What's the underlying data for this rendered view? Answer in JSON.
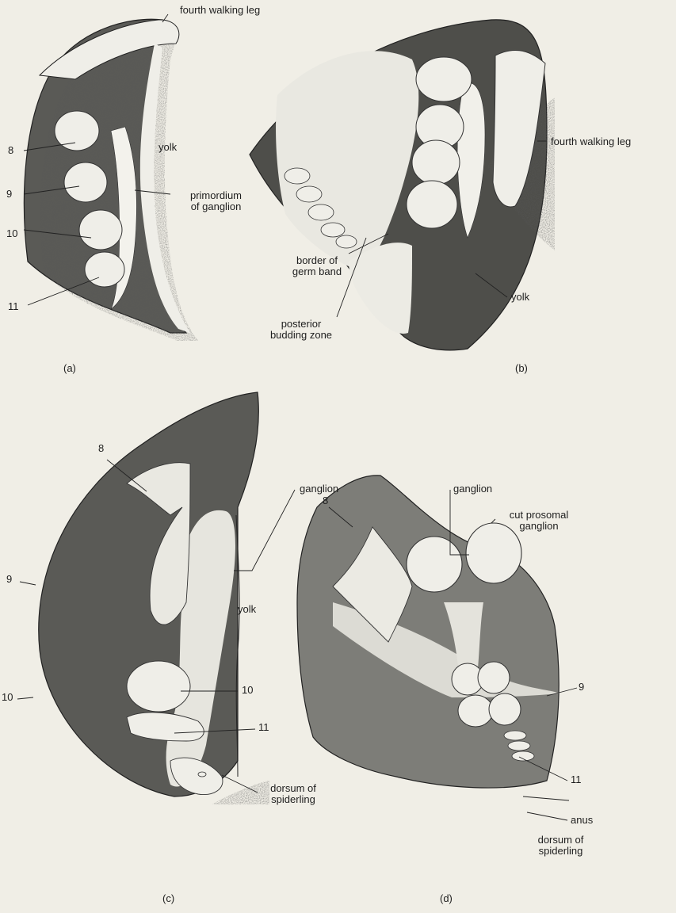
{
  "panels": {
    "a": {
      "tag": "(a)",
      "fourth_walking_leg": "fourth walking leg",
      "yolk": "yolk",
      "primordium_line1": "primordium",
      "primordium_line2": "of ganglion",
      "seg8": "8",
      "seg9": "9",
      "seg10": "10",
      "seg11": "11"
    },
    "b": {
      "tag": "(b)",
      "fourth_walking_leg": "fourth walking leg",
      "yolk": "yolk",
      "border_line1": "border of",
      "border_line2": "germ band",
      "posterior_line1": "posterior",
      "posterior_line2": "budding zone"
    },
    "c": {
      "tag": "(c)",
      "seg8": "8",
      "seg9": "9",
      "seg10_left": "10",
      "seg10_right": "10",
      "seg11": "11",
      "ganglion": "ganglion",
      "yolk": "yolk",
      "dorsum_line1": "dorsum of",
      "dorsum_line2": "spiderling"
    },
    "d": {
      "tag": "(d)",
      "seg8": "8",
      "seg9": "9",
      "seg11": "11",
      "ganglion": "ganglion",
      "cut_line1": "cut prosomal",
      "cut_line2": "ganglion",
      "anus": "anus",
      "dorsum_line1": "dorsum of",
      "dorsum_line2": "spiderling"
    }
  }
}
